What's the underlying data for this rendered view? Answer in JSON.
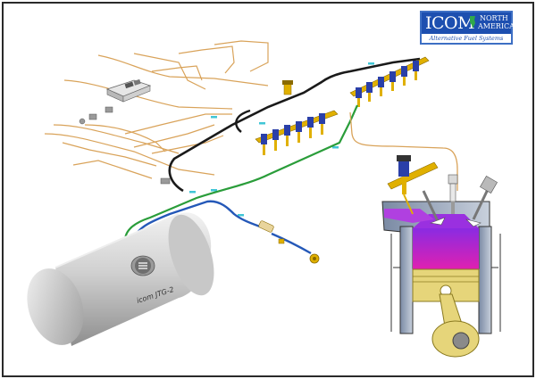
{
  "logo": {
    "brand": "ICOM",
    "region_line1": "NORTH",
    "region_line2": "AMERICA",
    "tagline": "Alternative Fuel Systems",
    "colors": {
      "primary": "#1d4fb0",
      "accent": "#2fa84a"
    }
  },
  "tank": {
    "label": "icom JTG-2"
  },
  "colors": {
    "black_line": "#1a1a1a",
    "green_line": "#2a9d3a",
    "blue_line": "#2458b8",
    "copper_wire": "#d9a35a",
    "injector": "#2a3fa8",
    "fuel_rail": "#e0b000",
    "combustion": "#c020c8",
    "tank_body": "#d2d2d2"
  }
}
